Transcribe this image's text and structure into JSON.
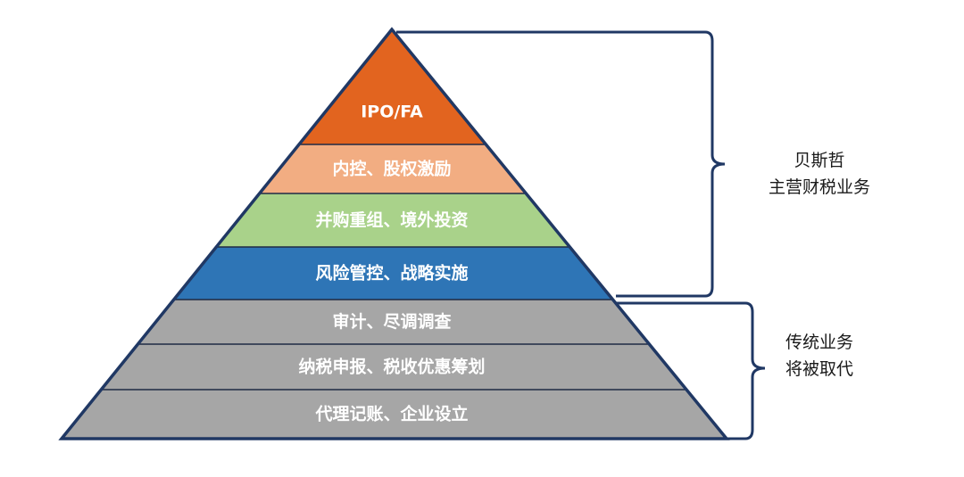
{
  "layers": [
    {
      "label": "IPO/FA",
      "color": "#E2641F"
    },
    {
      "label": "内控、股权激励",
      "color": "#F2AD82"
    },
    {
      "label": "并购重组、境外投资",
      "color": "#A9D28A"
    },
    {
      "label": "风险管控、战略实施",
      "color": "#2E75B6"
    },
    {
      "label": "审计、尽调调查",
      "color": "#A6A6A6"
    },
    {
      "label": "纳税申报、税收优惠筹划",
      "color": "#A6A6A6"
    },
    {
      "label": "代理记账、企业设立",
      "color": "#A6A6A6"
    }
  ],
  "groups": {
    "top": {
      "line1": "贝斯哲",
      "line2": "主营财税业务"
    },
    "bottom": {
      "line1": "传统业务",
      "line2": "将被取代"
    }
  },
  "colors": {
    "outline": "#203864",
    "separator": "#1f2a44",
    "bracket": "#203864"
  }
}
